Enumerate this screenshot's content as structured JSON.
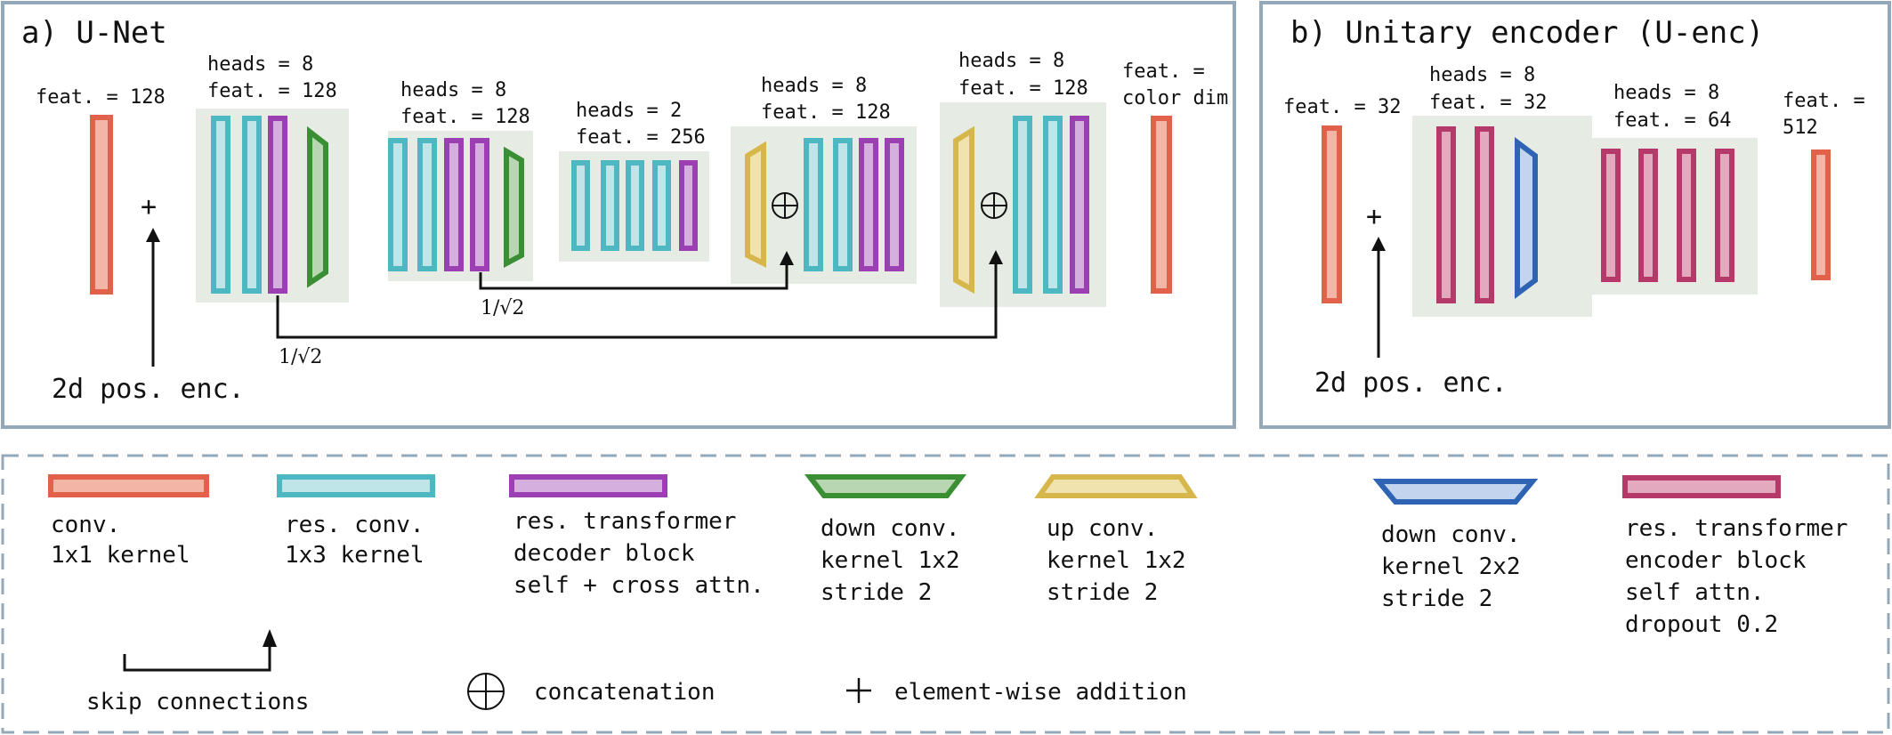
{
  "colors": {
    "conv1x1": "#e2614a",
    "res_conv": "#4db8c2",
    "dec_block": "#9b3fb3",
    "down_conv_green": "#3a8f35",
    "up_conv": "#d7b64b",
    "down_conv_blue": "#2f63b3",
    "enc_block": "#b53a6a",
    "panel_border": "#93a9b9",
    "block_bg": "#e6ece3"
  },
  "unet": {
    "title": "a) U-Net",
    "feat_in": "feat. = 128",
    "g1": {
      "heads": "heads = 8",
      "feat": "feat. = 128"
    },
    "g2": {
      "heads": "heads = 8",
      "feat": "feat. = 128"
    },
    "g3": {
      "heads": "heads = 2",
      "feat": "feat. = 256"
    },
    "g4": {
      "heads": "heads = 8",
      "feat": "feat. = 128"
    },
    "g5": {
      "heads": "heads = 8",
      "feat": "feat. = 128"
    },
    "feat_out_1": "feat. =",
    "feat_out_2": "color dim",
    "plus": "+",
    "pos_enc": "2d pos. enc.",
    "skip_scale": "1/√2"
  },
  "uenc": {
    "title": "b) Unitary encoder (U-enc)",
    "feat_in": "feat. = 32",
    "g1": {
      "heads": "heads = 8",
      "feat": "feat. = 32"
    },
    "g2": {
      "heads": "heads = 8",
      "feat": "feat. = 64"
    },
    "feat_out_1": "feat. =",
    "feat_out_2": "512",
    "plus": "+",
    "pos_enc": "2d pos. enc."
  },
  "legend": {
    "conv": [
      "conv.",
      "1x1 kernel"
    ],
    "res_conv": [
      "res. conv.",
      "1x3 kernel"
    ],
    "decoder": [
      "res. transformer",
      "decoder block",
      "self + cross attn."
    ],
    "down_green": [
      "down conv.",
      "kernel 1x2",
      "stride 2"
    ],
    "up": [
      "up conv.",
      "kernel 1x2",
      "stride 2"
    ],
    "down_blue": [
      "down conv.",
      "kernel 2x2",
      "stride 2"
    ],
    "encoder": [
      "res. transformer",
      "encoder block",
      "self attn.",
      "dropout 0.2"
    ],
    "skip": "skip connections",
    "concat": "concatenation",
    "addition": "element-wise addition"
  }
}
